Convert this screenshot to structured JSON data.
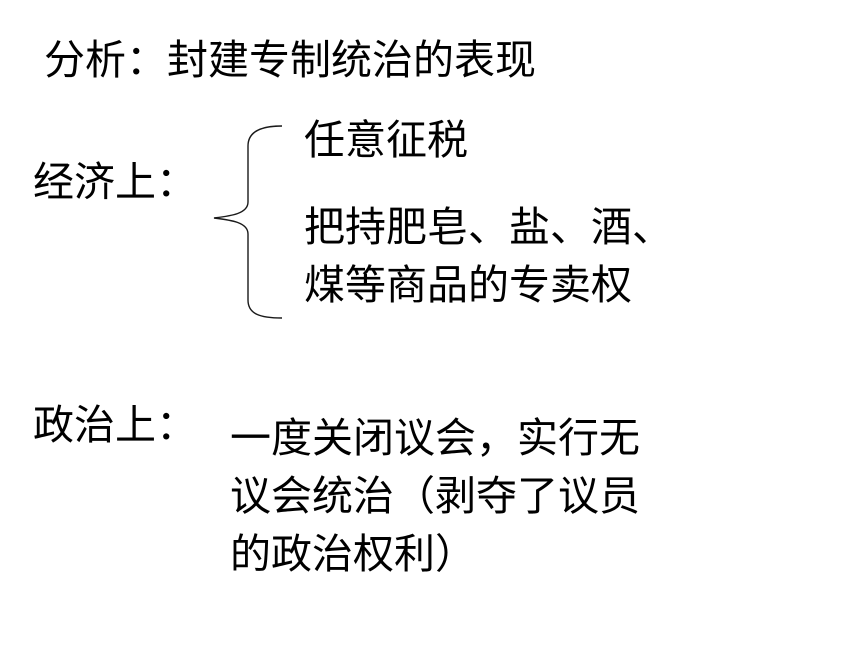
{
  "slide": {
    "title": "分析：封建专制统治的表现",
    "economy": {
      "label": "经济上：",
      "items": [
        {
          "lines": [
            "任意征税"
          ]
        },
        {
          "lines": [
            "把持肥皂、盐、酒、",
            "煤等商品的专卖权"
          ]
        }
      ]
    },
    "politics": {
      "label": "政治上：",
      "lines": [
        "一度关闭议会，实行无",
        "议会统治（剥夺了议员",
        "的政治权利）"
      ]
    }
  }
}
